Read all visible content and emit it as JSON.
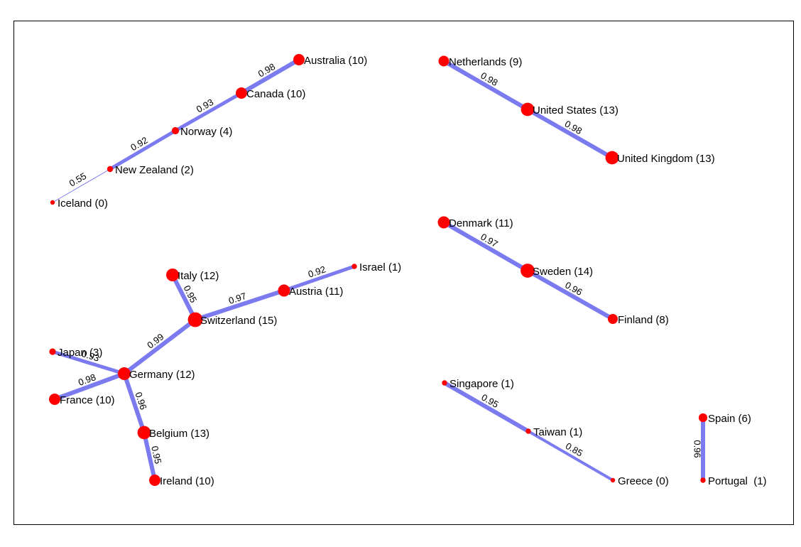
{
  "colors": {
    "node": "#ff0000",
    "edge": "#7b7bef",
    "frame": "#000000",
    "background": "#ffffff"
  },
  "nodes": [
    {
      "id": "australia",
      "label": "Australia (10)",
      "score": 10
    },
    {
      "id": "canada",
      "label": "Canada (10)",
      "score": 10
    },
    {
      "id": "norway",
      "label": "Norway (4)",
      "score": 4
    },
    {
      "id": "newzealand",
      "label": "New Zealand (2)",
      "score": 2
    },
    {
      "id": "iceland",
      "label": "Iceland (0)",
      "score": 0
    },
    {
      "id": "netherlands",
      "label": "Netherlands (9)",
      "score": 9
    },
    {
      "id": "us",
      "label": "United States (13)",
      "score": 13
    },
    {
      "id": "uk",
      "label": "United Kingdom (13)",
      "score": 13
    },
    {
      "id": "denmark",
      "label": "Denmark (11)",
      "score": 11
    },
    {
      "id": "sweden",
      "label": "Sweden (14)",
      "score": 14
    },
    {
      "id": "finland",
      "label": "Finland (8)",
      "score": 8
    },
    {
      "id": "italy",
      "label": "Italy (12)",
      "score": 12
    },
    {
      "id": "israel",
      "label": "Israel (1)",
      "score": 1
    },
    {
      "id": "austria",
      "label": "Austria (11)",
      "score": 11
    },
    {
      "id": "switzerland",
      "label": "Switzerland (15)",
      "score": 15
    },
    {
      "id": "japan",
      "label": "Japan (3)",
      "score": 3
    },
    {
      "id": "germany",
      "label": "Germany (12)",
      "score": 12
    },
    {
      "id": "france",
      "label": "France (10)",
      "score": 10
    },
    {
      "id": "belgium",
      "label": "Belgium (13)",
      "score": 13
    },
    {
      "id": "ireland",
      "label": "Ireland (10)",
      "score": 10
    },
    {
      "id": "singapore",
      "label": "Singapore (1)",
      "score": 1
    },
    {
      "id": "taiwan",
      "label": "Taiwan (1)",
      "score": 1
    },
    {
      "id": "greece",
      "label": "Greece (0)",
      "score": 0
    },
    {
      "id": "spain",
      "label": "Spain (6)",
      "score": 6
    },
    {
      "id": "portugal",
      "label": "Portugal  (1)",
      "score": 1
    }
  ],
  "edges": [
    {
      "from": "canada",
      "to": "australia",
      "weight": 0.98,
      "label": "0.98"
    },
    {
      "from": "norway",
      "to": "canada",
      "weight": 0.93,
      "label": "0.93"
    },
    {
      "from": "newzealand",
      "to": "norway",
      "weight": 0.92,
      "label": "0.92"
    },
    {
      "from": "iceland",
      "to": "newzealand",
      "weight": 0.55,
      "label": "0.55"
    },
    {
      "from": "netherlands",
      "to": "us",
      "weight": 0.98,
      "label": "0.98"
    },
    {
      "from": "us",
      "to": "uk",
      "weight": 0.98,
      "label": "0.98"
    },
    {
      "from": "denmark",
      "to": "sweden",
      "weight": 0.97,
      "label": "0.97"
    },
    {
      "from": "sweden",
      "to": "finland",
      "weight": 0.96,
      "label": "0.96"
    },
    {
      "from": "italy",
      "to": "switzerland",
      "weight": 0.95,
      "label": "0.95"
    },
    {
      "from": "switzerland",
      "to": "austria",
      "weight": 0.97,
      "label": "0.97"
    },
    {
      "from": "austria",
      "to": "israel",
      "weight": 0.92,
      "label": "0.92"
    },
    {
      "from": "germany",
      "to": "switzerland",
      "weight": 0.99,
      "label": "0.99"
    },
    {
      "from": "japan",
      "to": "germany",
      "weight": 0.93,
      "label": "0.93"
    },
    {
      "from": "france",
      "to": "germany",
      "weight": 0.98,
      "label": "0.98"
    },
    {
      "from": "germany",
      "to": "belgium",
      "weight": 0.96,
      "label": "0.96"
    },
    {
      "from": "belgium",
      "to": "ireland",
      "weight": 0.95,
      "label": "0.95"
    },
    {
      "from": "singapore",
      "to": "taiwan",
      "weight": 0.95,
      "label": "0.95"
    },
    {
      "from": "taiwan",
      "to": "greece",
      "weight": 0.85,
      "label": "0.85"
    },
    {
      "from": "spain",
      "to": "portugal",
      "weight": 0.96,
      "label": "0.96"
    }
  ]
}
